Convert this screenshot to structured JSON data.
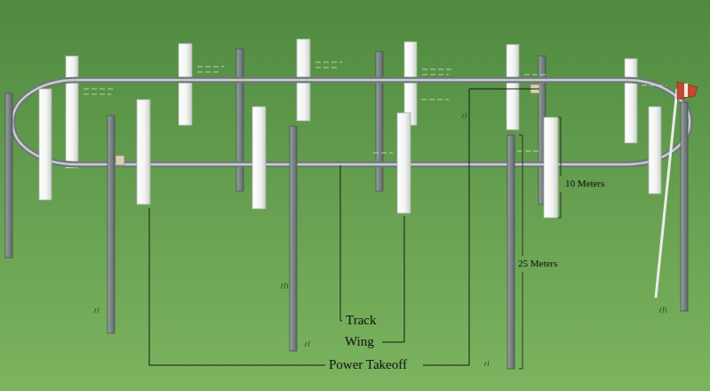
{
  "diagram": {
    "labels": [
      "Track",
      "Wing",
      "Power Takeoff",
      "10 Meters",
      "25 Meters"
    ]
  }
}
